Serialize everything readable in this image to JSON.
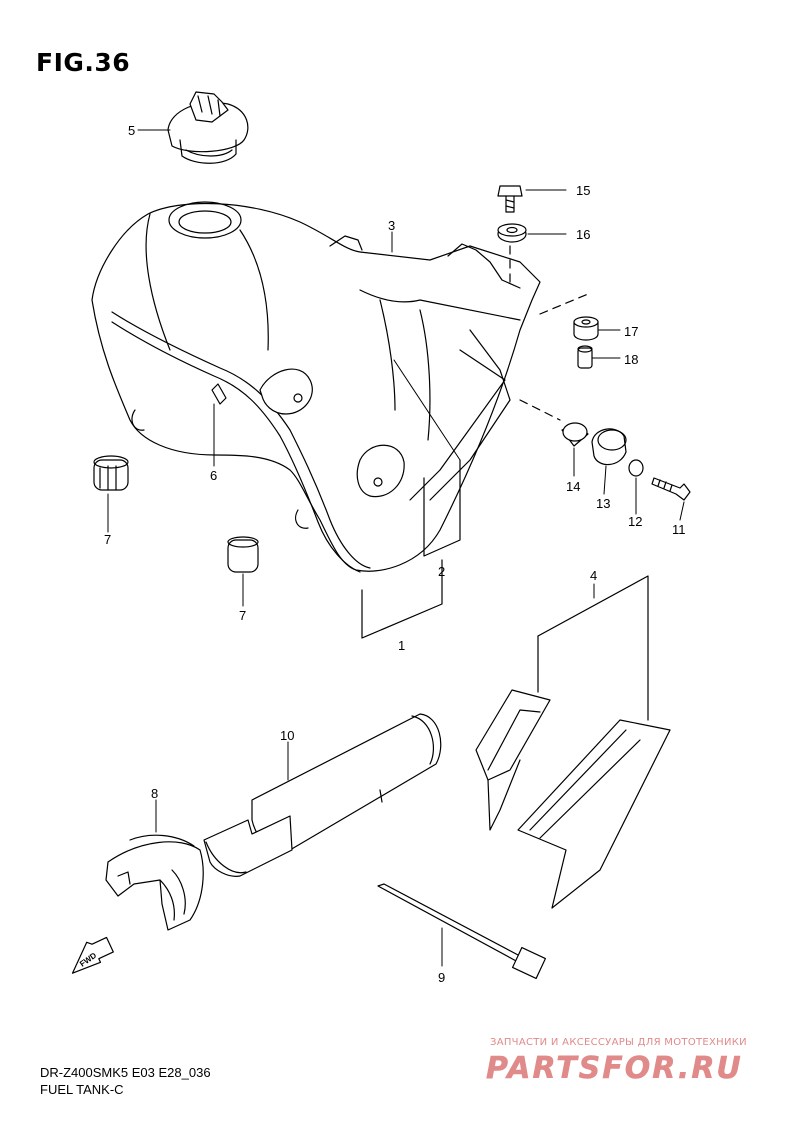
{
  "figure": {
    "title": "FIG.36",
    "model_code": "DR-Z400SMK5 E03 E28_036",
    "name": "FUEL TANK-C"
  },
  "callouts": {
    "c1": "1",
    "c2": "2",
    "c3": "3",
    "c4": "4",
    "c5": "5",
    "c6": "6",
    "c7a": "7",
    "c7b": "7",
    "c8": "8",
    "c9": "9",
    "c10": "10",
    "c11": "11",
    "c12": "12",
    "c13": "13",
    "c14": "14",
    "c15": "15",
    "c16": "16",
    "c17": "17",
    "c18": "18"
  },
  "direction_marker": "FWD",
  "watermark": {
    "caption": "ЗАПЧАСТИ И АКСЕССУАРЫ ДЛЯ МОТОТЕХНИКИ",
    "logo": "PARTSFOR.RU",
    "color": "#e08a8a"
  }
}
